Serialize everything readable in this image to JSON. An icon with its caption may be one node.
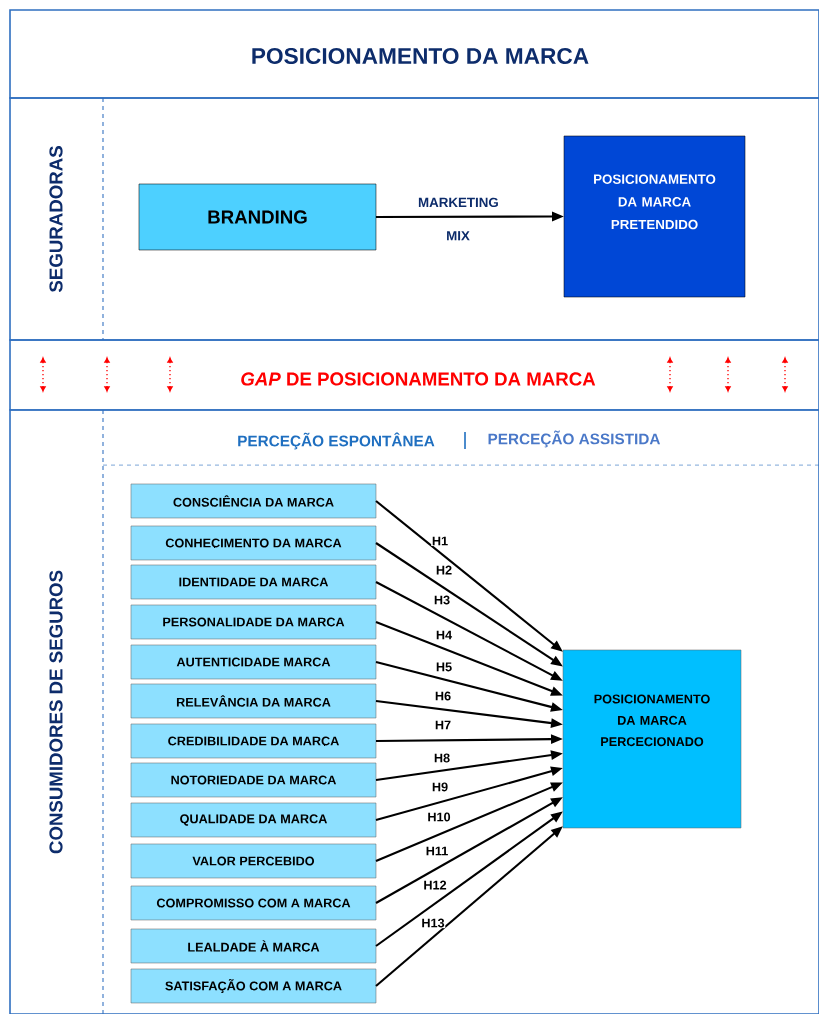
{
  "diagram": {
    "title": "POSICIONAMENTO DA MARCA",
    "nodes": [
      {
        "text": [
          "SEGURADORAS"
        ]
      },
      {
        "text": [
          "BRANDING"
        ],
        "in": 0
      },
      {
        "text": [
          "POSICIONAMENTO DA MARCA PRETENDIDO"
        ],
        "in": 0
      },
      {
        "text": [
          "*GAP* DE POSICIONAMENTO DA MARCA"
        ]
      },
      {
        "text": [
          "CONSUMIDORES DE SEGUROS"
        ]
      },
      {
        "text": [
          "CONSCIÊNCIA DA MARCA"
        ],
        "in": 4
      },
      {
        "text": [
          "CONHECIMENTO DA MARCA"
        ],
        "in": 4
      },
      {
        "text": [
          "IDENTIDADE DA MARCA"
        ],
        "in": 4
      },
      {
        "text": [
          "PERSONALIDADE DA MARCA"
        ],
        "in": 4
      },
      {
        "text": [
          "AUTENTICIDADE MARCA"
        ],
        "in": 4
      },
      {
        "text": [
          "RELEVÂNCIA DA MARCA"
        ],
        "in": 4
      },
      {
        "text": [
          "CREDIBILIDADE DA MARCA"
        ],
        "in": 4
      },
      {
        "text": [
          "NOTORIEDADE DA MARCA"
        ],
        "in": 4
      },
      {
        "text": [
          "QUALIDADE DA MARCA"
        ],
        "in": 4
      },
      {
        "text": [
          "VALOR PERCEBIDO"
        ],
        "in": 4
      },
      {
        "text": [
          "COMPROMISSO COM A MARCA"
        ],
        "in": 4
      },
      {
        "text": [
          "LEALDADE À MARCA"
        ],
        "in": 4
      },
      {
        "text": [
          "SATISFAÇÃO COM A MARCA"
        ],
        "in": 4
      },
      {
        "text": [
          "POSICIONAMENTO DA MARCA PERCECIONADO"
        ],
        "in": 4
      }
    ],
    "edges": [
      {
        "from": 1,
        "to": 2,
        "arrow": "to",
        "label": "MARKETING MIX"
      },
      {
        "from": 5,
        "to": 18,
        "arrow": "to",
        "label": "H1"
      },
      {
        "from": 6,
        "to": 18,
        "arrow": "to",
        "label": "H2"
      },
      {
        "from": 7,
        "to": 18,
        "arrow": "to",
        "label": "H3"
      },
      {
        "from": 8,
        "to": 18,
        "arrow": "to",
        "label": "H4"
      },
      {
        "from": 9,
        "to": 18,
        "arrow": "to",
        "label": "H5"
      },
      {
        "from": 10,
        "to": 18,
        "arrow": "to",
        "label": "H6"
      },
      {
        "from": 11,
        "to": 18,
        "arrow": "to",
        "label": "H7"
      },
      {
        "from": 12,
        "to": 18,
        "arrow": "to",
        "label": "H8"
      },
      {
        "from": 13,
        "to": 18,
        "arrow": "to",
        "label": "H9"
      },
      {
        "from": 14,
        "to": 18,
        "arrow": "to",
        "label": "H10"
      },
      {
        "from": 15,
        "to": 18,
        "arrow": "to",
        "label": "H11"
      },
      {
        "from": 16,
        "to": 18,
        "arrow": "to",
        "label": "H12"
      },
      {
        "from": 17,
        "to": 18,
        "arrow": "to",
        "label": "H13"
      }
    ],
    "labels": [
      "PERCEÇÃO ESPONTÂNEA",
      "PERCEÇÃO ASSISTIDA"
    ]
  }
}
